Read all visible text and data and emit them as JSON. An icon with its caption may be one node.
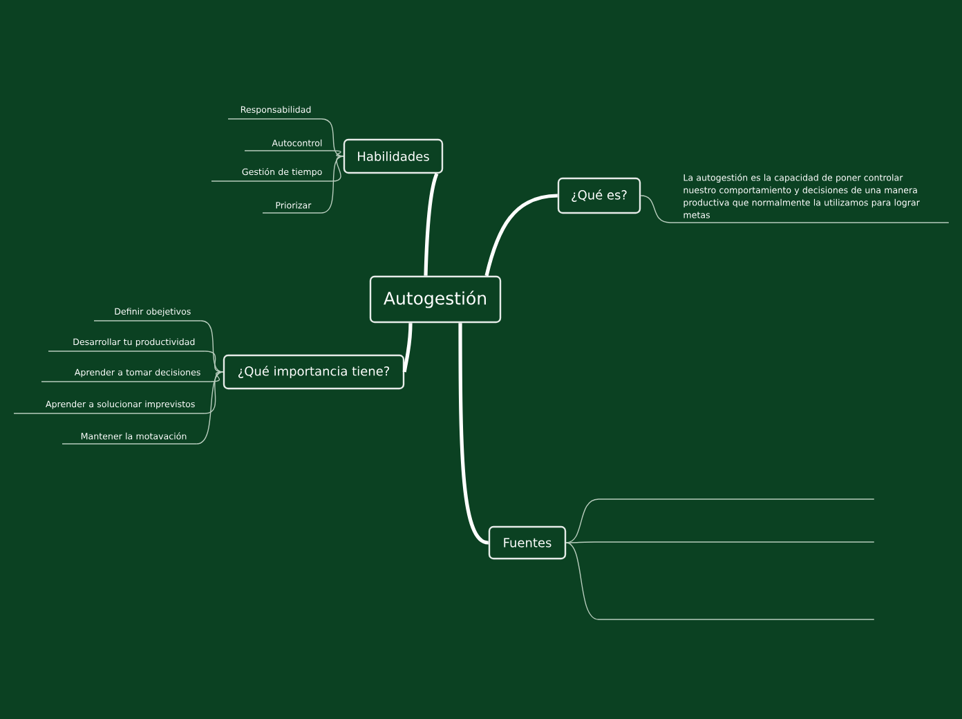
{
  "diagram": {
    "nodes": [
      {
        "text": [
          "Autogestión"
        ]
      },
      {
        "text": [
          "Habilidades"
        ]
      },
      {
        "text": [
          "Responsabilidad"
        ]
      },
      {
        "text": [
          "Autocontrol"
        ]
      },
      {
        "text": [
          "Gestión de tiempo"
        ]
      },
      {
        "text": [
          "Priorizar"
        ]
      },
      {
        "text": [
          "¿Qué es?"
        ]
      },
      {
        "text": [
          "La autogestión es la capacidad de poner controlar nuestro comportamiento y decisiones de una manera productiva que normalmente la utilizamos para lograr metas"
        ]
      },
      {
        "text": [
          "¿Qué importancia tiene?"
        ]
      },
      {
        "text": [
          "Definir obejetivos"
        ]
      },
      {
        "text": [
          "Desarrollar tu productividad"
        ]
      },
      {
        "text": [
          "Aprender a tomar decisiones"
        ]
      },
      {
        "text": [
          "Aprender a solucionar imprevistos"
        ]
      },
      {
        "text": [
          "Mantener la motavación"
        ]
      },
      {
        "text": [
          "Fuentes"
        ]
      },
      {
        "text": [],
        "shape": "line"
      },
      {
        "text": [],
        "shape": "line"
      },
      {
        "text": [],
        "shape": "line"
      }
    ],
    "edges": [
      {
        "from": 0,
        "to": 1,
        "arrow": "none",
        "style": "thick",
        "color": "#ffffff"
      },
      {
        "from": 1,
        "to": 2,
        "arrow": "none"
      },
      {
        "from": 1,
        "to": 3,
        "arrow": "none"
      },
      {
        "from": 1,
        "to": 4,
        "arrow": "none"
      },
      {
        "from": 1,
        "to": 5,
        "arrow": "none"
      },
      {
        "from": 0,
        "to": 6,
        "arrow": "none",
        "style": "thick",
        "color": "#ffffff"
      },
      {
        "from": 6,
        "to": 7,
        "arrow": "none"
      },
      {
        "from": 0,
        "to": 8,
        "arrow": "none",
        "style": "thick",
        "color": "#ffffff"
      },
      {
        "from": 8,
        "to": 9,
        "arrow": "none"
      },
      {
        "from": 8,
        "to": 10,
        "arrow": "none"
      },
      {
        "from": 8,
        "to": 11,
        "arrow": "none"
      },
      {
        "from": 8,
        "to": 12,
        "arrow": "none"
      },
      {
        "from": 8,
        "to": 13,
        "arrow": "none"
      },
      {
        "from": 0,
        "to": 14,
        "arrow": "none",
        "style": "thick",
        "color": "#ffffff"
      },
      {
        "from": 14,
        "to": 15,
        "arrow": "none"
      },
      {
        "from": 14,
        "to": 16,
        "arrow": "none"
      },
      {
        "from": 14,
        "to": 17,
        "arrow": "none"
      }
    ]
  }
}
